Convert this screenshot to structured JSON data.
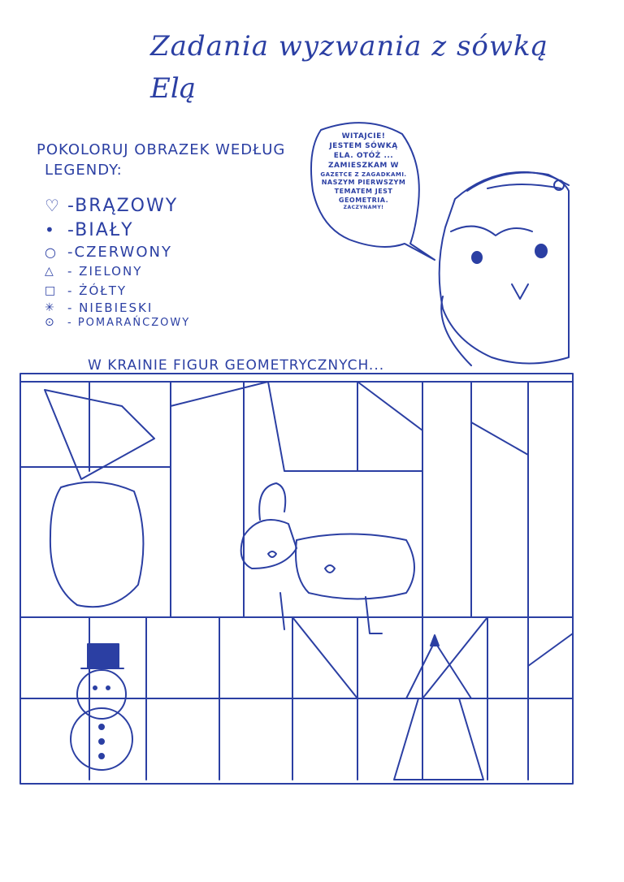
{
  "title": {
    "line1": "Zadania wyzwania z sówką",
    "line2": "Elą"
  },
  "speech_bubble": {
    "lines": [
      "WITAJCIE!",
      "JESTEM SÓWKĄ",
      "ELA. OTÓŻ ...",
      "ZAMIESZKAM W",
      "GAZETCE Z ZAGADKAMI.",
      "NASZYM PIERWSZYM",
      "TEMATEM JEST",
      "GEOMETRIA.",
      "ZACZYNAMY!"
    ]
  },
  "instructions": {
    "line1": "POKOLORUJ OBRAZEK WEDŁUG",
    "line2": "LEGENDY:"
  },
  "legend": [
    {
      "symbol": "♡",
      "symbol_name": "heart-icon",
      "label": "-BRĄZOWY"
    },
    {
      "symbol": "•",
      "symbol_name": "dot-icon",
      "label": "-BIAŁY"
    },
    {
      "symbol": "○",
      "symbol_name": "circle-icon",
      "label": "-CZERWONY"
    },
    {
      "symbol": "△",
      "symbol_name": "triangle-icon",
      "label": "- ZIELONY"
    },
    {
      "symbol": "□",
      "symbol_name": "square-icon",
      "label": "- ŻÓŁTY"
    },
    {
      "symbol": "✳",
      "symbol_name": "asterisk-icon",
      "label": "- NIEBIESKI"
    },
    {
      "symbol": "⊙",
      "symbol_name": "dotted-circle-icon",
      "label": "- POMARAŃCZOWY"
    }
  ],
  "banner": "W KRAINIE FIGUR GEOMETRYCZNYCH...",
  "colors": {
    "ink": "#2b3fa3",
    "paper": "#ffffff"
  }
}
